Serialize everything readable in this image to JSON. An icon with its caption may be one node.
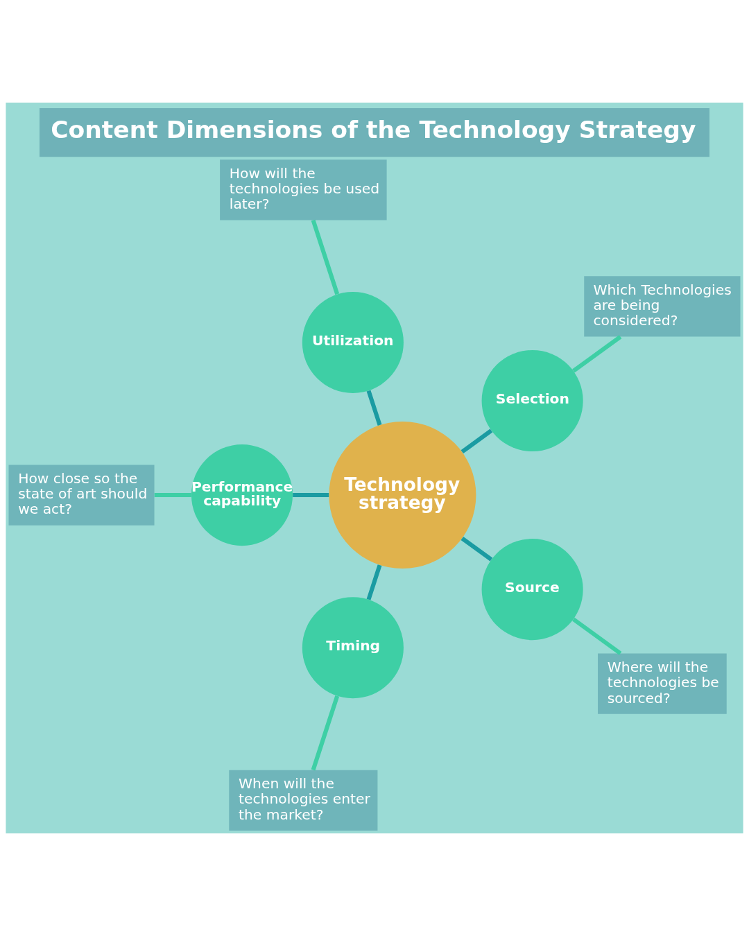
{
  "diagram": {
    "title": "Content Dimensions of the Technology Strategy",
    "nodes": [
      {
        "text": [
          "Which Technologies are being considered?"
        ]
      },
      {
        "text": [
          "Selection"
        ]
      },
      {
        "text": [
          "How will the technologies be used later?"
        ]
      },
      {
        "text": [
          "How close so the state of art should we act?"
        ]
      },
      {
        "text": [
          "Utilization"
        ]
      },
      {
        "text": [
          "Performance capability"
        ]
      },
      {
        "text": [
          "Technology strategy"
        ]
      },
      {
        "text": [
          "Where will the technologies be sourced?"
        ]
      },
      {
        "text": [
          "Timing"
        ]
      },
      {
        "text": [
          "Source"
        ]
      },
      {
        "text": [
          "When will the technologies enter the market?"
        ]
      }
    ],
    "edges": [
      {
        "from": 6,
        "to": 1,
        "arrow": "none"
      },
      {
        "from": 6,
        "to": 4,
        "arrow": "none"
      },
      {
        "from": 6,
        "to": 5,
        "arrow": "none"
      },
      {
        "from": 6,
        "to": 9,
        "arrow": "none"
      },
      {
        "from": 6,
        "to": 8,
        "arrow": "none"
      },
      {
        "from": 0,
        "to": 1,
        "arrow": "none",
        "color": "#3ecfa5"
      },
      {
        "from": 2,
        "to": 4,
        "arrow": "none",
        "color": "#3ecfa5"
      },
      {
        "from": 3,
        "to": 5,
        "arrow": "none",
        "color": "#3ecfa5"
      },
      {
        "from": 7,
        "to": 9,
        "arrow": "none",
        "color": "#3ecfa5"
      },
      {
        "from": 10,
        "to": 8,
        "arrow": "none",
        "color": "#3ecfa5"
      }
    ]
  }
}
